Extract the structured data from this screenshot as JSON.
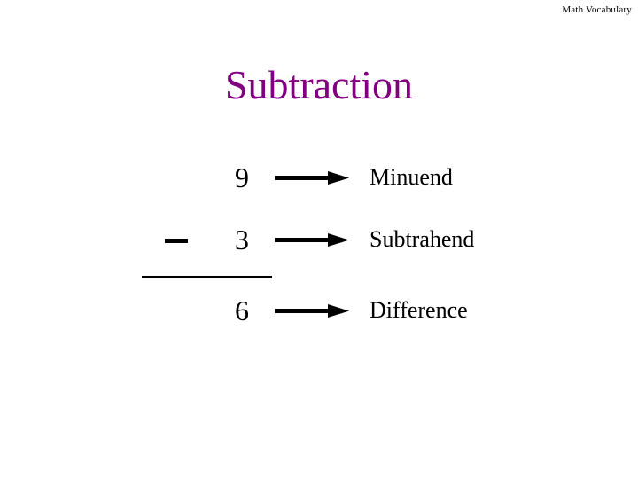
{
  "header": {
    "text": "Math Vocabulary"
  },
  "title": {
    "text": "Subtraction",
    "color": "#800080"
  },
  "equation": {
    "operator": "−",
    "operator_name": "minus-sign",
    "rule_visible": true,
    "rows": [
      {
        "operator": "",
        "number": "9",
        "arrow": "right-arrow-icon",
        "label": "Minuend"
      },
      {
        "operator": "−",
        "number": "3",
        "arrow": "right-arrow-icon",
        "label": "Subtrahend"
      },
      {
        "operator": "",
        "number": "6",
        "arrow": "right-arrow-icon",
        "label": "Difference"
      }
    ]
  }
}
